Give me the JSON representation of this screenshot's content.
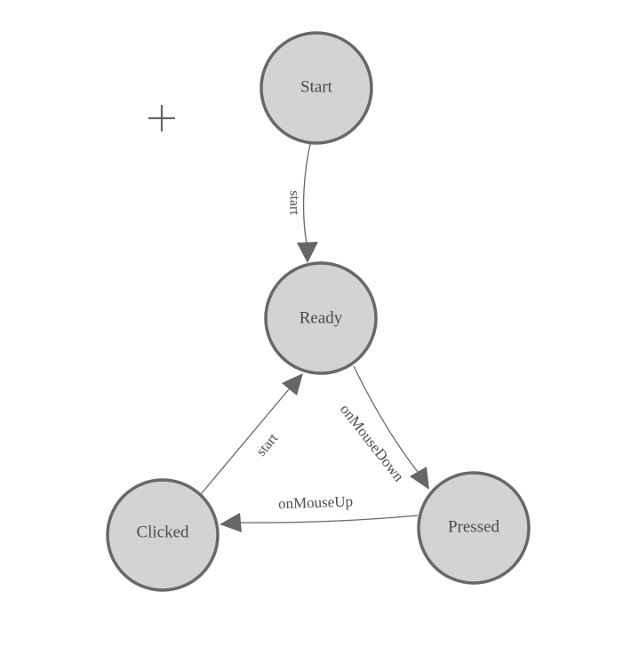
{
  "diagram": {
    "nodes": [
      {
        "id": "start",
        "label": "Start"
      },
      {
        "id": "ready",
        "label": "Ready"
      },
      {
        "id": "clicked",
        "label": "Clicked"
      },
      {
        "id": "pressed",
        "label": "Pressed"
      }
    ],
    "edges": [
      {
        "from": "Start",
        "to": "Ready",
        "label": "start"
      },
      {
        "from": "Clicked",
        "to": "Ready",
        "label": "start"
      },
      {
        "from": "Ready",
        "to": "Pressed",
        "label": "onMouseDown"
      },
      {
        "from": "Pressed",
        "to": "Clicked",
        "label": "onMouseUp"
      }
    ],
    "colors": {
      "background": "#ffffff",
      "node_fill": "#d3d3d3",
      "node_stroke": "#686868",
      "edge": "#666666",
      "label_text": "#4d4d55"
    },
    "icons": {
      "plus_cursor": "+"
    }
  }
}
